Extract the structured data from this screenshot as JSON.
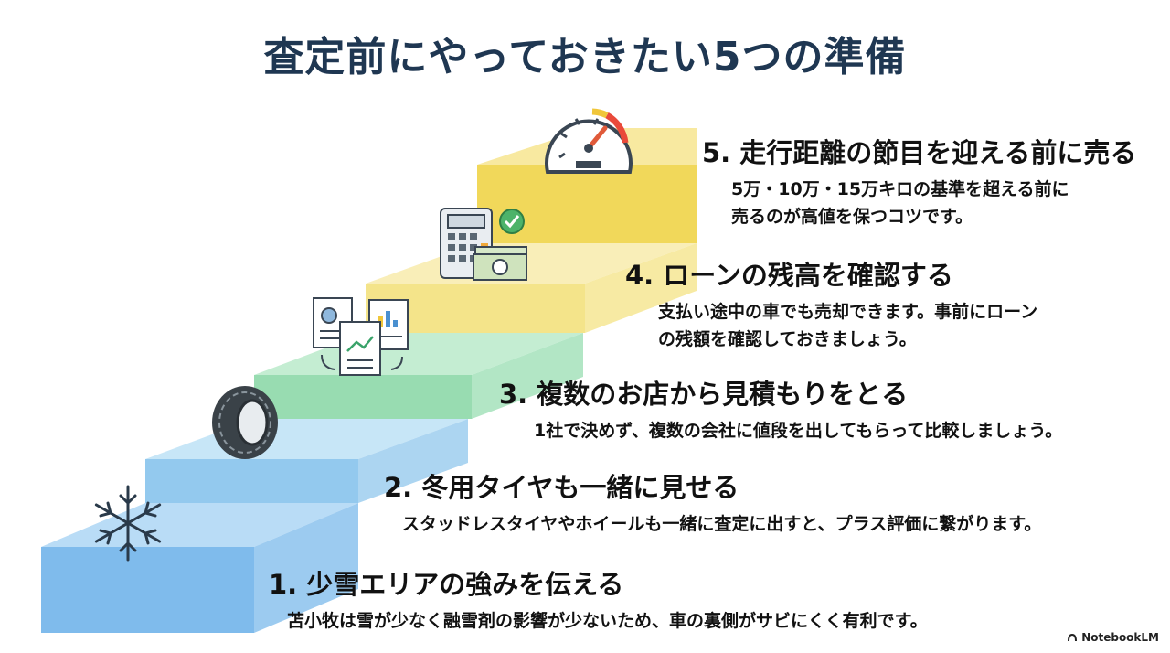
{
  "title": "査定前にやっておきたい5つの準備",
  "steps": [
    {
      "heading": "1. 少雪エリアの強みを伝える",
      "desc": [
        "苫小牧は雪が少なく融雪剤の影響が少ないため、車の裏側がサビにくく有利です。"
      ],
      "icon": "snowflake-icon",
      "color": "#8fc6f0"
    },
    {
      "heading": "2. 冬用タイヤも一緒に見せる",
      "desc": [
        "スタッドレスタイヤやホイールも一緒に査定に出すと、プラス評価に繋がります。"
      ],
      "icon": "tire-icon",
      "color": "#a9d6f2"
    },
    {
      "heading": "3. 複数のお店から見積もりをとる",
      "desc": [
        "1社で決めず、複数の会社に値段を出してもらって比較しましょう。"
      ],
      "icon": "documents-compare-icon",
      "color": "#a8e3bd"
    },
    {
      "heading": "4. ローンの残高を確認する",
      "desc": [
        "支払い途中の車でも売却できます。事前にローン",
        "の残額を確認しておきましょう。"
      ],
      "icon": "calculator-money-icon",
      "color": "#f6e79a"
    },
    {
      "heading": "5. 走行距離の節目を迎える前に売る",
      "desc": [
        "5万・10万・15万キロの基準を超える前に",
        "売るのが高値を保つコツです。"
      ],
      "icon": "speedometer-icon",
      "color": "#f5df6a"
    }
  ],
  "brand": "NotebookLM"
}
